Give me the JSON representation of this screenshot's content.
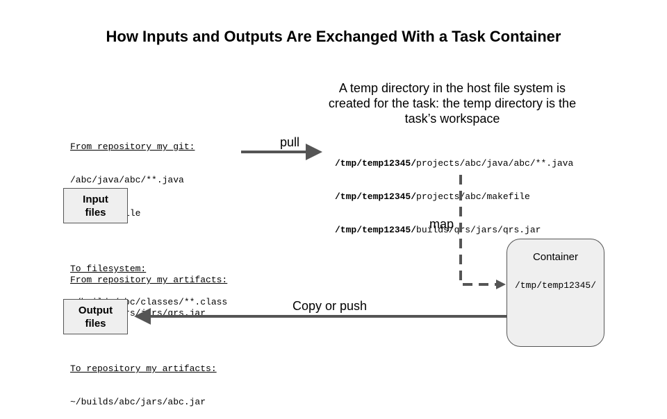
{
  "title": "How Inputs and Outputs Are Exchanged With a Task Container",
  "inputs": {
    "git_heading": "From repository my_git:",
    "git_paths": [
      "/abc/java/abc/**.java",
      "/abc/makefile"
    ],
    "artifacts_heading": "From repository my_artifacts:",
    "artifacts_paths": [
      "~/builds/qrs/jars/qrs.jar"
    ],
    "box_label": [
      "Input",
      "files"
    ]
  },
  "outputs": {
    "fs_heading": "To filesystem:",
    "fs_paths": [
      "~/builds/abc/classes/**.class"
    ],
    "artifacts_heading": "To repository my_artifacts:",
    "artifacts_paths": [
      "~/builds/abc/jars/abc.jar"
    ],
    "box_label": [
      "Output",
      "files"
    ]
  },
  "workspace": {
    "description": "A temp directory in the host file system is created for the task: the temp directory is the task’s workspace",
    "paths": [
      {
        "prefix": "/tmp/temp12345/",
        "rest": "projects/abc/java/abc/**.java"
      },
      {
        "prefix": "/tmp/temp12345/",
        "rest": "projects/abc/makefile"
      },
      {
        "prefix": "/tmp/temp12345/",
        "rest": "builds/qrs/jars/qrs.jar"
      }
    ]
  },
  "arrows": {
    "pull": "pull",
    "map": "map",
    "copy": "Copy or push"
  },
  "container": {
    "title": "Container",
    "path": "/tmp/temp12345/"
  },
  "colors": {
    "arrow": "#555555",
    "box_fill": "#efefef",
    "box_border": "#555555"
  }
}
